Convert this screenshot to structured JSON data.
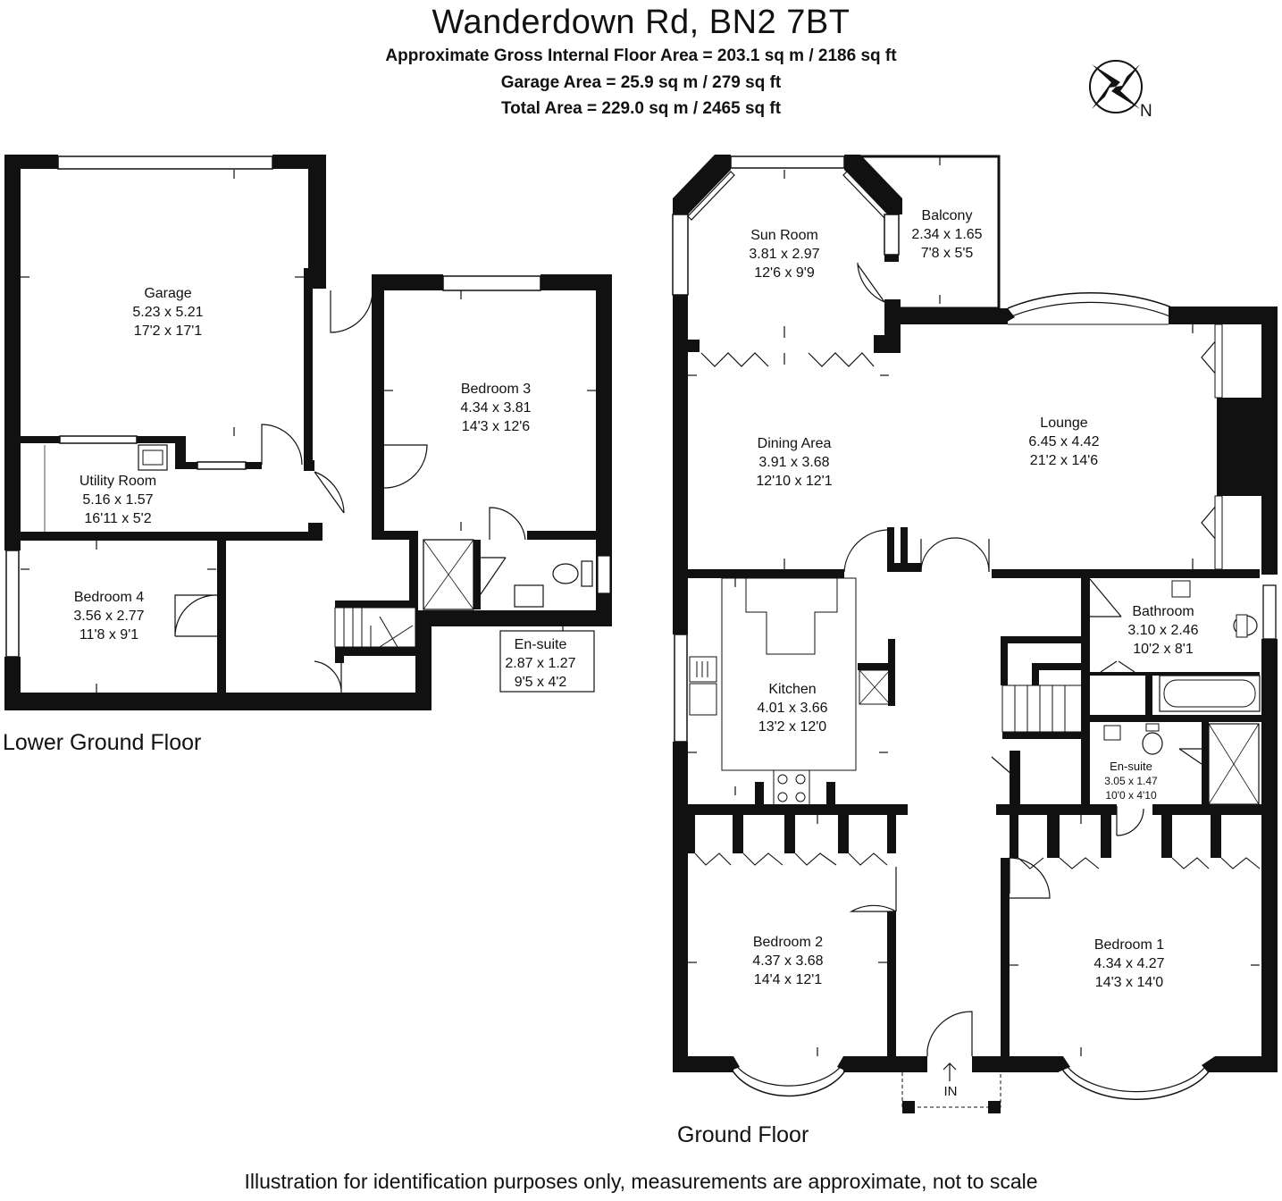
{
  "header": {
    "title": "Wanderdown Rd, BN2 7BT",
    "gross_area": "Approximate Gross Internal Floor Area = 203.1 sq m / 2186 sq ft",
    "garage_area": "Garage Area = 25.9 sq m / 279 sq ft",
    "total_area": "Total Area = 229.0 sq m / 2465 sq ft"
  },
  "compass": {
    "label": "N"
  },
  "floors": {
    "lower": "Lower Ground Floor",
    "ground": "Ground Floor"
  },
  "rooms": {
    "garage": {
      "name": "Garage",
      "metric": "5.23 x 5.21",
      "imperial": "17'2 x 17'1"
    },
    "utility": {
      "name": "Utility Room",
      "metric": "5.16 x 1.57",
      "imperial": "16'11 x 5'2"
    },
    "bedroom3": {
      "name": "Bedroom 3",
      "metric": "4.34 x 3.81",
      "imperial": "14'3 x 12'6"
    },
    "bedroom4": {
      "name": "Bedroom 4",
      "metric": "3.56 x 2.77",
      "imperial": "11'8 x 9'1"
    },
    "ensuite_lower": {
      "name": "En-suite",
      "metric": "2.87 x 1.27",
      "imperial": "9'5 x 4'2"
    },
    "sunroom": {
      "name": "Sun Room",
      "metric": "3.81 x 2.97",
      "imperial": "12'6 x 9'9"
    },
    "balcony": {
      "name": "Balcony",
      "metric": "2.34 x 1.65",
      "imperial": "7'8 x 5'5"
    },
    "lounge": {
      "name": "Lounge",
      "metric": "6.45 x 4.42",
      "imperial": "21'2 x 14'6"
    },
    "dining": {
      "name": "Dining Area",
      "metric": "3.91 x 3.68",
      "imperial": "12'10 x 12'1"
    },
    "kitchen": {
      "name": "Kitchen",
      "metric": "4.01 x 3.66",
      "imperial": "13'2 x 12'0"
    },
    "bathroom": {
      "name": "Bathroom",
      "metric": "3.10 x 2.46",
      "imperial": "10'2 x 8'1"
    },
    "ensuite_ground": {
      "name": "En-suite",
      "metric": "3.05 x 1.47",
      "imperial": "10'0 x 4'10"
    },
    "bedroom2": {
      "name": "Bedroom 2",
      "metric": "4.37 x 3.68",
      "imperial": "14'4 x 12'1"
    },
    "bedroom1": {
      "name": "Bedroom 1",
      "metric": "4.34 x 4.27",
      "imperial": "14'3 x 14'0"
    }
  },
  "entrance": {
    "label": "IN"
  },
  "disclaimer": "Illustration for identification purposes only, measurements are approximate, not to scale"
}
